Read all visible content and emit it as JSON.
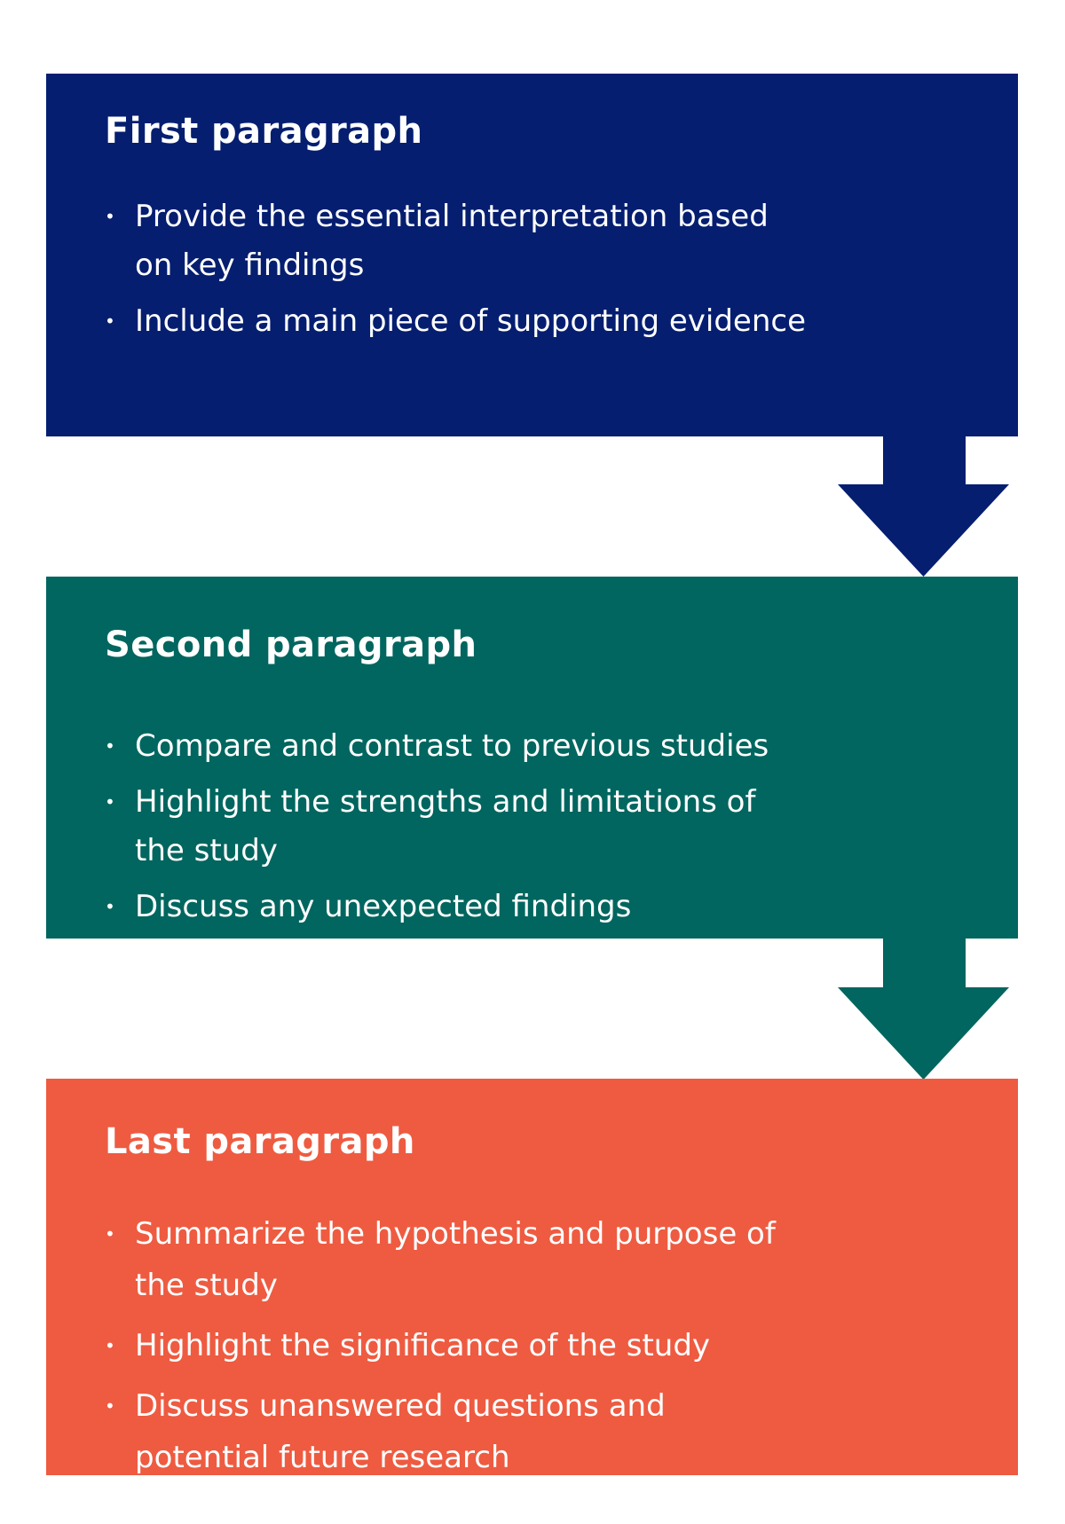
{
  "canvas": {
    "background": "#ffffff",
    "text_color": "#ffffff"
  },
  "diagram": {
    "bullet_glyph": "•",
    "blocks": [
      {
        "title": "First paragraph",
        "color": "#051e70",
        "bullets": [
          "Provide the essential interpretation based\non key findings",
          "Include a main piece of supporting evidence"
        ]
      },
      {
        "title": "Second paragraph",
        "color": "#00665f",
        "bullets": [
          "Compare and contrast to previous studies",
          "Highlight the strengths and limitations of\nthe study",
          "Discuss any unexpected findings"
        ]
      },
      {
        "title": "Last paragraph",
        "color": "#ee5b41",
        "bullets": [
          "Summarize the hypothesis and purpose of\nthe study",
          "Highlight the significance of the study",
          "Discuss unanswered questions and\npotential future research"
        ]
      }
    ],
    "arrows": [
      {
        "name": "arrow-first-to-second",
        "color": "#051e70"
      },
      {
        "name": "arrow-second-to-last",
        "color": "#00665f"
      }
    ]
  }
}
